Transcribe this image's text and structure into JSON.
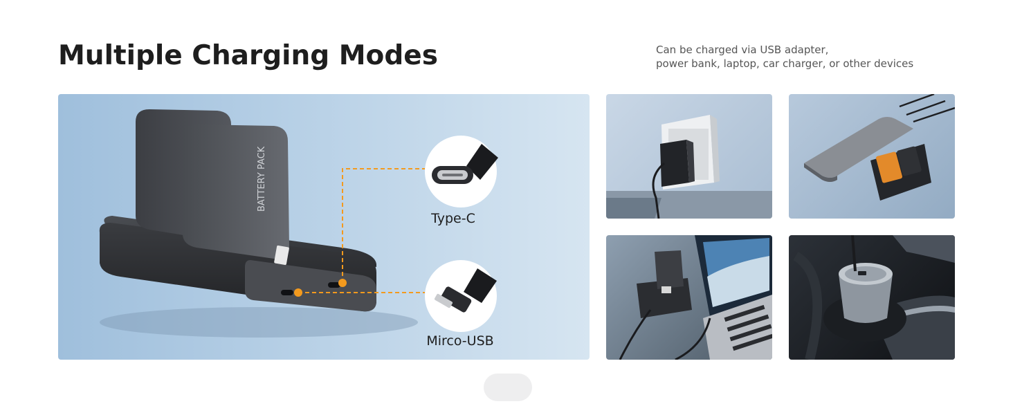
{
  "header": {
    "title": "Multiple Charging Modes",
    "subtitle_line1": "Can be charged via USB adapter,",
    "subtitle_line2": "power bank, laptop, car charger, or other devices"
  },
  "hero": {
    "port_typec_label": "Type-C",
    "port_micro_label": "Mirco-USB",
    "battery_print": "BATTERY PACK",
    "accent_color": "#f39a1e"
  },
  "icons": {
    "tile_wall": "wall-adapter-icon",
    "tile_powerbank": "power-bank-icon",
    "tile_laptop": "laptop-icon",
    "tile_car": "car-charger-icon"
  }
}
